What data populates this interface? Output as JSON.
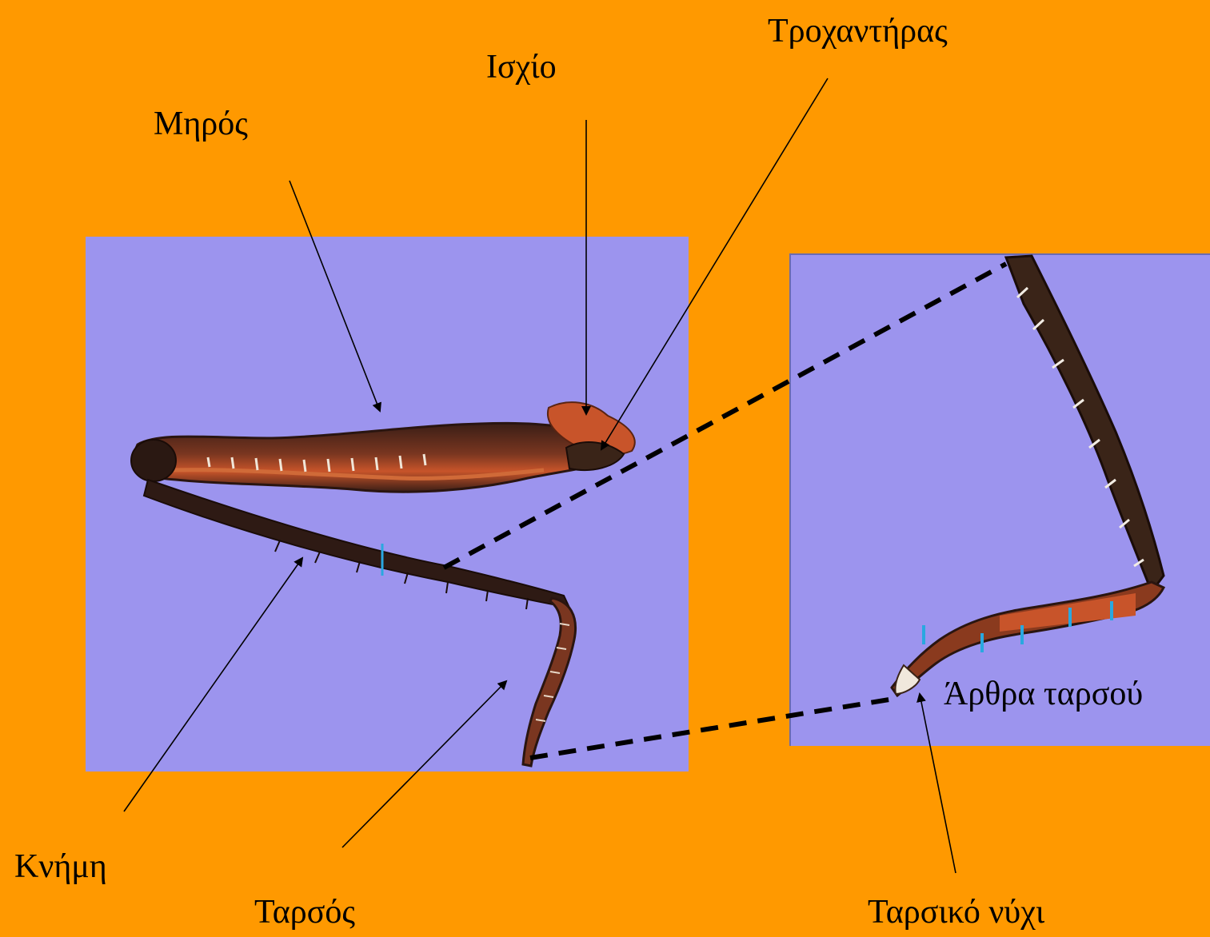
{
  "labels": {
    "trochanter": "Τροχαντήρας",
    "coxa": "Ισχίο",
    "femur": "Μηρός",
    "tibia": "Κνήμη",
    "tarsus": "Ταρσός",
    "tarsal_claw": "Ταρσικό νύχι",
    "tarsal_segments": "Άρθρα ταρσού"
  },
  "colors": {
    "background": "#FF9900",
    "panel": "#9C94EE",
    "leg_dark": "#2E1A14",
    "leg_brown": "#8A3A1E",
    "leg_orange": "#C8542A",
    "segment_marker": "#29A8E0"
  }
}
